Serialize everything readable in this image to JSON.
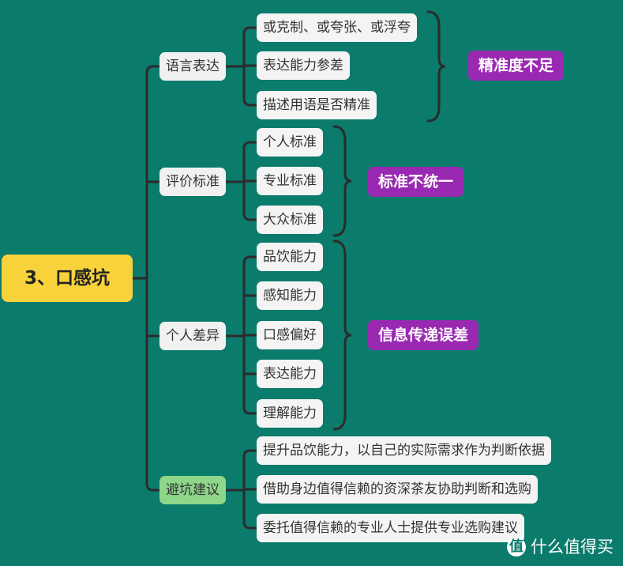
{
  "root": {
    "label": "3、口感坑"
  },
  "branches": [
    {
      "label": "语言表达",
      "leaves": [
        "或克制、或夸张、或浮夸",
        "表达能力参差",
        "描述用语是否精准"
      ],
      "summary": "精准度不足"
    },
    {
      "label": "评价标准",
      "leaves": [
        "个人标准",
        "专业标准",
        "大众标准"
      ],
      "summary": "标准不统一"
    },
    {
      "label": "个人差异",
      "leaves": [
        "品饮能力",
        "感知能力",
        "口感偏好",
        "表达能力",
        "理解能力"
      ],
      "summary": "信息传递误差"
    },
    {
      "label": "避坑建议",
      "leaves": [
        "提升品饮能力，以自己的实际需求作为判断依据",
        "借助身边值得信赖的资深茶友协助判断和选购",
        "委托值得信赖的专业人士提供专业选购建议"
      ],
      "summary": ""
    }
  ],
  "watermark": {
    "text": "什么值得买",
    "icon": "值"
  },
  "colors": {
    "background": "#0b7b6c",
    "root": "#f7d23a",
    "summary": "#9a29b2",
    "advice_branch": "#8ed68a",
    "line": "#2b2b2b"
  }
}
